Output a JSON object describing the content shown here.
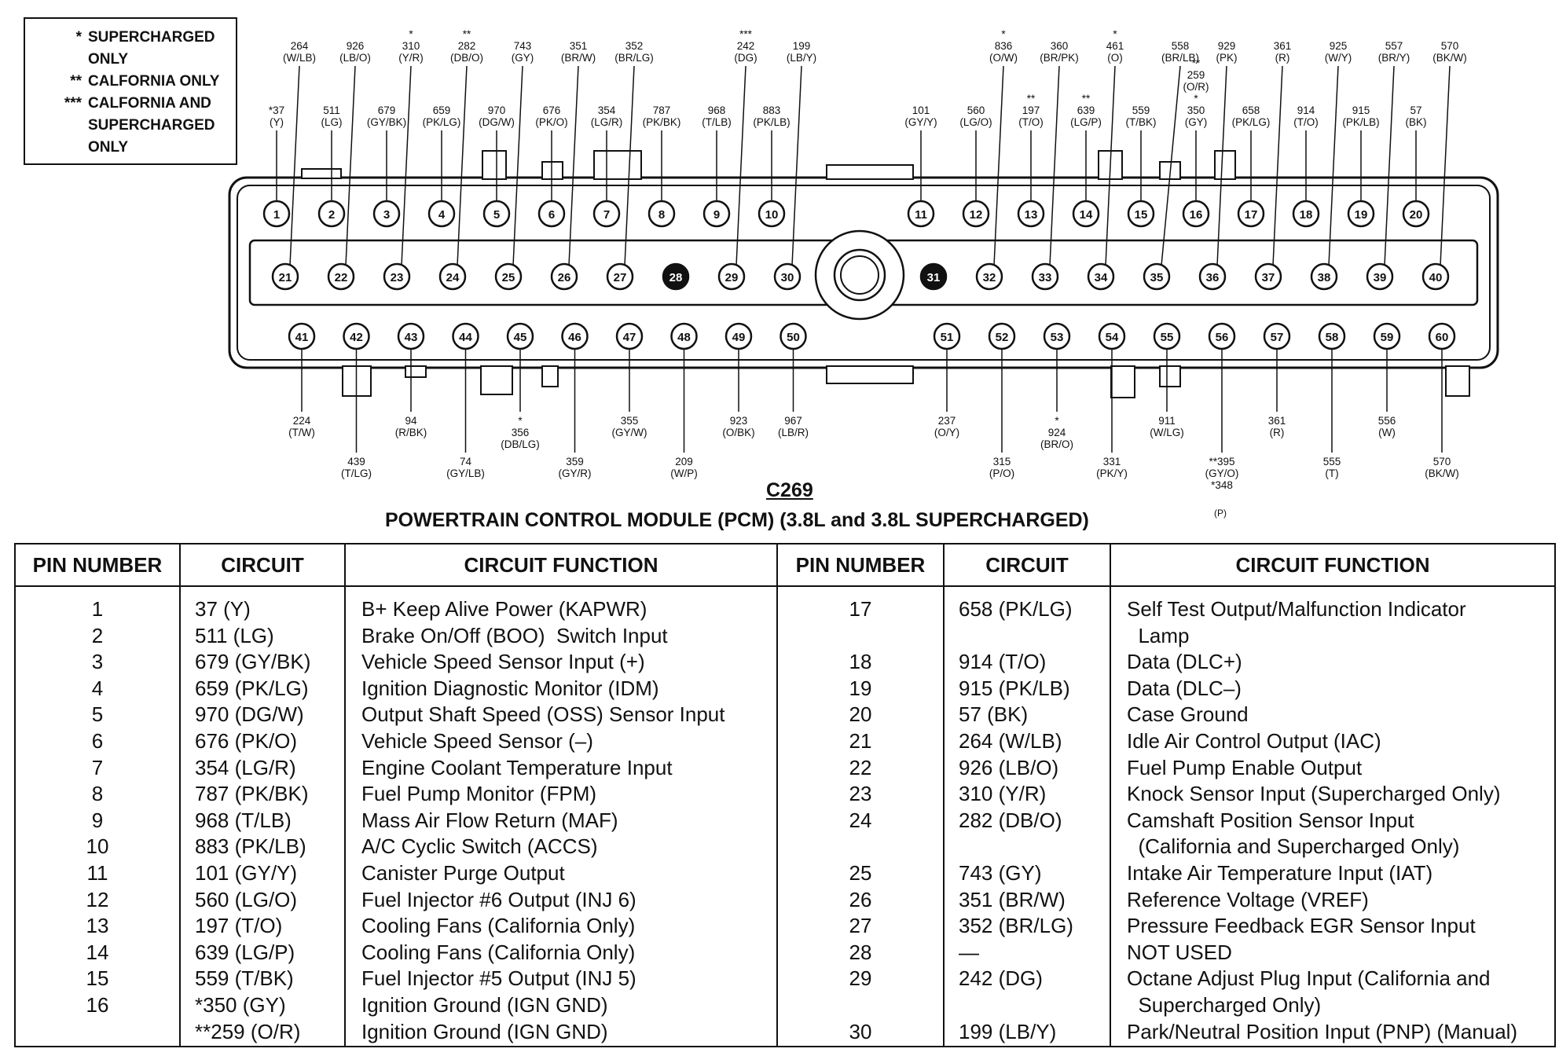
{
  "legend": [
    {
      "mark": "*",
      "text": "SUPERCHARGED\nONLY"
    },
    {
      "mark": "**",
      "text": "CALFORNIA ONLY"
    },
    {
      "mark": "***",
      "text": "CALFORNIA AND\nSUPERCHARGED\nONLY"
    }
  ],
  "connector_code": "C269",
  "connector_title": "POWERTRAIN CONTROL MODULE (PCM) (3.8L and 3.8L SUPERCHARGED)",
  "footnote_p": "(P)",
  "pins": {
    "row1": [
      "1",
      "2",
      "3",
      "4",
      "5",
      "6",
      "7",
      "8",
      "9",
      "10",
      "11",
      "12",
      "13",
      "14",
      "15",
      "16",
      "17",
      "18",
      "19",
      "20"
    ],
    "row2": [
      "21",
      "22",
      "23",
      "24",
      "25",
      "26",
      "27",
      "28",
      "29",
      "30",
      "31",
      "32",
      "33",
      "34",
      "35",
      "36",
      "37",
      "38",
      "39",
      "40"
    ],
    "row3": [
      "41",
      "42",
      "43",
      "44",
      "45",
      "46",
      "47",
      "48",
      "49",
      "50",
      "51",
      "52",
      "53",
      "54",
      "55",
      "56",
      "57",
      "58",
      "59",
      "60"
    ]
  },
  "wire_labels": {
    "row1": [
      [
        "*37",
        "(Y)"
      ],
      [
        "511",
        "(LG)"
      ],
      [
        "679",
        "(GY/BK)"
      ],
      [
        "659",
        "(PK/LG)"
      ],
      [
        "970",
        "(DG/W)"
      ],
      [
        "676",
        "(PK/O)"
      ],
      [
        "354",
        "(LG/R)"
      ],
      [
        "787",
        "(PK/BK)"
      ],
      [
        "968",
        "(T/LB)"
      ],
      [
        "883",
        "(PK/LB)"
      ],
      [
        "101",
        "(GY/Y)"
      ],
      [
        "560",
        "(LG/O)"
      ],
      [
        "**",
        "197",
        "(T/O)"
      ],
      [
        "**",
        "639",
        "(LG/P)"
      ],
      [
        "559",
        "(T/BK)"
      ],
      [
        "**",
        "259",
        "(O/R)",
        "*",
        "350",
        "(GY)"
      ],
      [
        "658",
        "(PK/LG)"
      ],
      [
        "914",
        "(T/O)"
      ],
      [
        "915",
        "(PK/LB)"
      ],
      [
        "57",
        "(BK)"
      ]
    ],
    "row2": [
      [
        "264",
        "(W/LB)"
      ],
      [
        "926",
        "(LB/O)"
      ],
      [
        "*",
        "310",
        "(Y/R)"
      ],
      [
        "**",
        "282",
        "(DB/O)"
      ],
      [
        "743",
        "(GY)"
      ],
      [
        "351",
        "(BR/W)"
      ],
      [
        "352",
        "(BR/LG)"
      ],
      [],
      [
        "***",
        "242",
        "(DG)"
      ],
      [
        "199",
        "(LB/Y)"
      ],
      [],
      [
        "*",
        "836",
        "(O/W)"
      ],
      [
        "360",
        "(BR/PK)"
      ],
      [
        "*",
        "461",
        "(O)"
      ],
      [
        "558",
        "(BR/LB)"
      ],
      [
        "929",
        "(PK)"
      ],
      [
        "361",
        "(R)"
      ],
      [
        "925",
        "(W/Y)"
      ],
      [
        "557",
        "(BR/Y)"
      ],
      [
        "570",
        "(BK/W)"
      ]
    ],
    "row3": [
      [
        "224",
        "(T/W)"
      ],
      [
        "439",
        "(T/LG)"
      ],
      [
        "94",
        "(R/BK)"
      ],
      [
        "74",
        "(GY/LB)"
      ],
      [
        "*",
        "356",
        "(DB/LG)"
      ],
      [
        "359",
        "(GY/R)"
      ],
      [
        "355",
        "(GY/W)"
      ],
      [
        "209",
        "(W/P)"
      ],
      [
        "923",
        "(O/BK)"
      ],
      [
        "967",
        "(LB/R)"
      ],
      [
        "237",
        "(O/Y)"
      ],
      [
        "315",
        "(P/O)"
      ],
      [
        "*",
        "924",
        "(BR/O)"
      ],
      [
        "331",
        "(PK/Y)"
      ],
      [
        "911",
        "(W/LG)"
      ],
      [
        "**395",
        "(GY/O)",
        "*348"
      ],
      [
        "361",
        "(R)"
      ],
      [
        "555",
        "(T)"
      ],
      [
        "556",
        "(W)"
      ],
      [
        "570",
        "(BK/W)"
      ]
    ]
  },
  "table": {
    "headers": [
      "PIN NUMBER",
      "CIRCUIT",
      "CIRCUIT FUNCTION",
      "PIN NUMBER",
      "CIRCUIT",
      "CIRCUIT FUNCTION"
    ],
    "left": [
      [
        "1",
        "37 (Y)",
        "B+ Keep Alive Power (KAPWR)"
      ],
      [
        "2",
        "511 (LG)",
        "Brake On/Off (BOO)  Switch Input"
      ],
      [
        "3",
        "679 (GY/BK)",
        "Vehicle Speed Sensor Input (+)"
      ],
      [
        "4",
        "659 (PK/LG)",
        "Ignition Diagnostic Monitor (IDM)"
      ],
      [
        "5",
        "970 (DG/W)",
        "Output Shaft Speed (OSS) Sensor Input"
      ],
      [
        "6",
        "676 (PK/O)",
        "Vehicle Speed Sensor (–)"
      ],
      [
        "7",
        "354 (LG/R)",
        "Engine Coolant Temperature Input"
      ],
      [
        "8",
        "787 (PK/BK)",
        "Fuel Pump Monitor (FPM)"
      ],
      [
        "9",
        "968 (T/LB)",
        "Mass Air Flow Return (MAF)"
      ],
      [
        "10",
        "883 (PK/LB)",
        "A/C Cyclic Switch (ACCS)"
      ],
      [
        "11",
        "101 (GY/Y)",
        "Canister Purge Output"
      ],
      [
        "12",
        "560 (LG/O)",
        "Fuel Injector #6 Output (INJ 6)"
      ],
      [
        "13",
        "197 (T/O)",
        "Cooling Fans (California Only)"
      ],
      [
        "14",
        "639 (LG/P)",
        "Cooling Fans (California Only)"
      ],
      [
        "15",
        "559 (T/BK)",
        "Fuel Injector #5 Output (INJ 5)"
      ],
      [
        "16",
        "*350 (GY)",
        "Ignition Ground (IGN GND)"
      ],
      [
        "",
        "**259 (O/R)",
        "Ignition Ground (IGN GND)"
      ]
    ],
    "right": [
      [
        "17",
        "658 (PK/LG)",
        "Self Test Output/Malfunction Indicator"
      ],
      [
        "",
        "",
        "  Lamp"
      ],
      [
        "18",
        "914 (T/O)",
        "Data (DLC+)"
      ],
      [
        "19",
        "915 (PK/LB)",
        "Data (DLC–)"
      ],
      [
        "20",
        "57 (BK)",
        "Case Ground"
      ],
      [
        "21",
        "264 (W/LB)",
        "Idle Air Control Output (IAC)"
      ],
      [
        "22",
        "926 (LB/O)",
        "Fuel Pump Enable Output"
      ],
      [
        "23",
        "310 (Y/R)",
        "Knock Sensor Input (Supercharged Only)"
      ],
      [
        "24",
        "282 (DB/O)",
        "Camshaft Position Sensor Input"
      ],
      [
        "",
        "",
        "  (California and Supercharged Only)"
      ],
      [
        "25",
        "743 (GY)",
        "Intake Air Temperature Input (IAT)"
      ],
      [
        "26",
        "351 (BR/W)",
        "Reference Voltage (VREF)"
      ],
      [
        "27",
        "352 (BR/LG)",
        "Pressure Feedback EGR Sensor Input"
      ],
      [
        "28",
        "—",
        "NOT USED"
      ],
      [
        "29",
        "242 (DG)",
        "Octane Adjust Plug Input (California and"
      ],
      [
        "",
        "",
        "  Supercharged Only)"
      ],
      [
        "30",
        "199 (LB/Y)",
        "Park/Neutral Position Input (PNP) (Manual)"
      ]
    ]
  }
}
